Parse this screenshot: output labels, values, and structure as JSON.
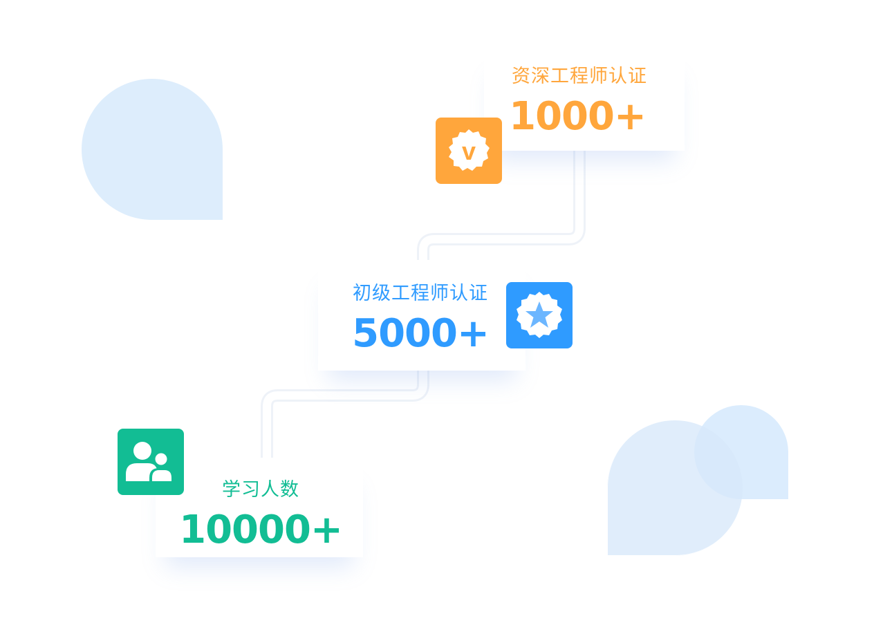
{
  "stats": [
    {
      "label": "资深工程师认证",
      "value": "1000+",
      "icon": "v-badge-icon",
      "color": "#ffa63c"
    },
    {
      "label": "初级工程师认证",
      "value": "5000+",
      "icon": "star-badge-icon",
      "color": "#2f9bff"
    },
    {
      "label": "学习人数",
      "value": "10000+",
      "icon": "users-icon",
      "color": "#12bd94"
    }
  ]
}
